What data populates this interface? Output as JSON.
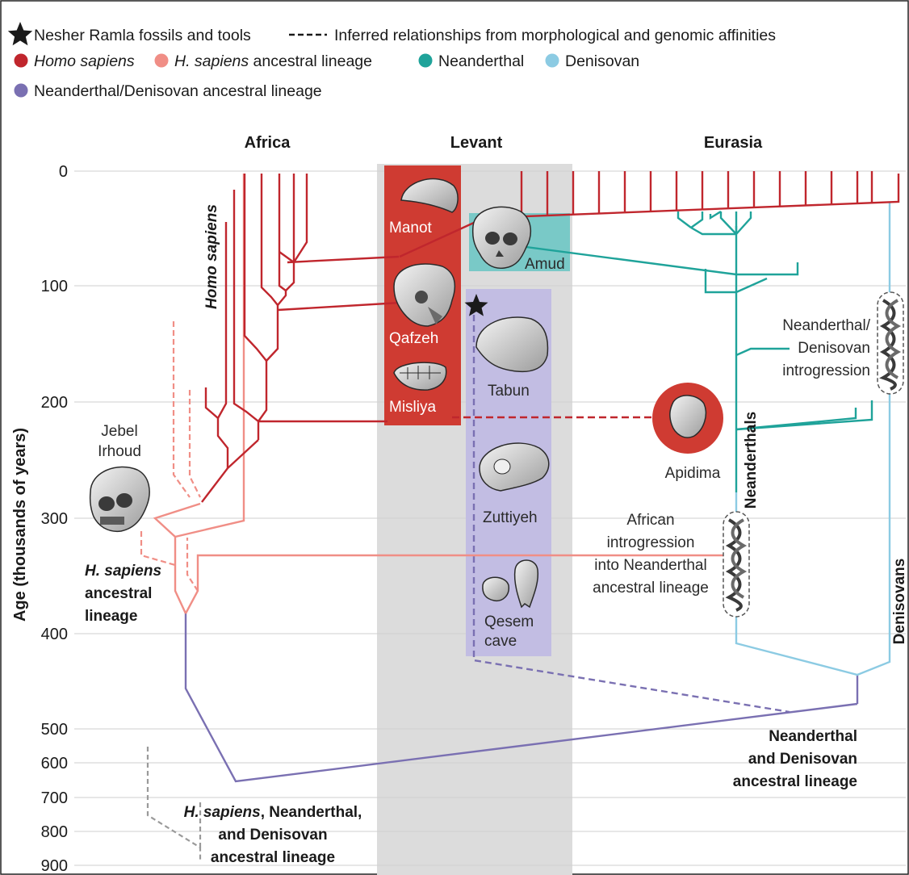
{
  "legend": {
    "nesher_ramla": "Nesher Ramla fossils and tools",
    "inferred": "Inferred relationships from morphological and genomic affinities",
    "homo_sapiens": "Homo sapiens",
    "hs_ancestral_italic": "H. sapiens",
    "hs_ancestral_rest": " ancestral lineage",
    "neanderthal": "Neanderthal",
    "denisovan": "Denisovan",
    "nd_ancestral": "Neanderthal/Denisovan ancestral lineage"
  },
  "colors": {
    "homo_sapiens": "#c0262d",
    "hs_ancestral": "#f08e86",
    "neanderthal": "#1fa39a",
    "denisovan": "#8ccbe3",
    "nd_ancestral": "#7a70b2",
    "levant_band": "#dcdcdc",
    "levant_red": "#cf3b32",
    "levant_teal": "#79c9c7",
    "levant_purple": "#c2bde3"
  },
  "regions": {
    "africa": "Africa",
    "levant": "Levant",
    "eurasia": "Eurasia"
  },
  "axis": {
    "label": "Age (thousands of years)",
    "ticks": [
      "0",
      "100",
      "200",
      "300",
      "400",
      "500",
      "600",
      "700",
      "800",
      "900"
    ]
  },
  "sites": {
    "manot": "Manot",
    "amud": "Amud",
    "qafzeh": "Qafzeh",
    "misliya": "Misliya",
    "tabun": "Tabun",
    "zuttiyeh": "Zuttiyeh",
    "qesem_1": "Qesem",
    "qesem_2": "cave",
    "apidima": "Apidima",
    "jebel_1": "Jebel",
    "jebel_2": "Irhoud"
  },
  "annotations": {
    "homo_sapiens_vertical": "Homo sapiens",
    "hs_ancestral_1": "H. sapiens",
    "hs_ancestral_2": "ancestral",
    "hs_ancestral_3": "lineage",
    "nd_introgression_1": "Neanderthal/",
    "nd_introgression_2": "Denisovan",
    "nd_introgression_3": "introgression",
    "african_1": "African",
    "african_2": "introgression",
    "african_3": "into Neanderthal",
    "african_4": "ancestral lineage",
    "neanderthals_vertical": "Neanderthals",
    "denisovans_vertical": "Denisovans",
    "nd_ancestral_1": "Neanderthal",
    "nd_ancestral_2": "and Denisovan",
    "nd_ancestral_3": "ancestral lineage",
    "shared_1_italic": "H. sapiens",
    "shared_1_rest": ", Neanderthal,",
    "shared_2": "and Denisovan",
    "shared_3": "ancestral lineage"
  }
}
